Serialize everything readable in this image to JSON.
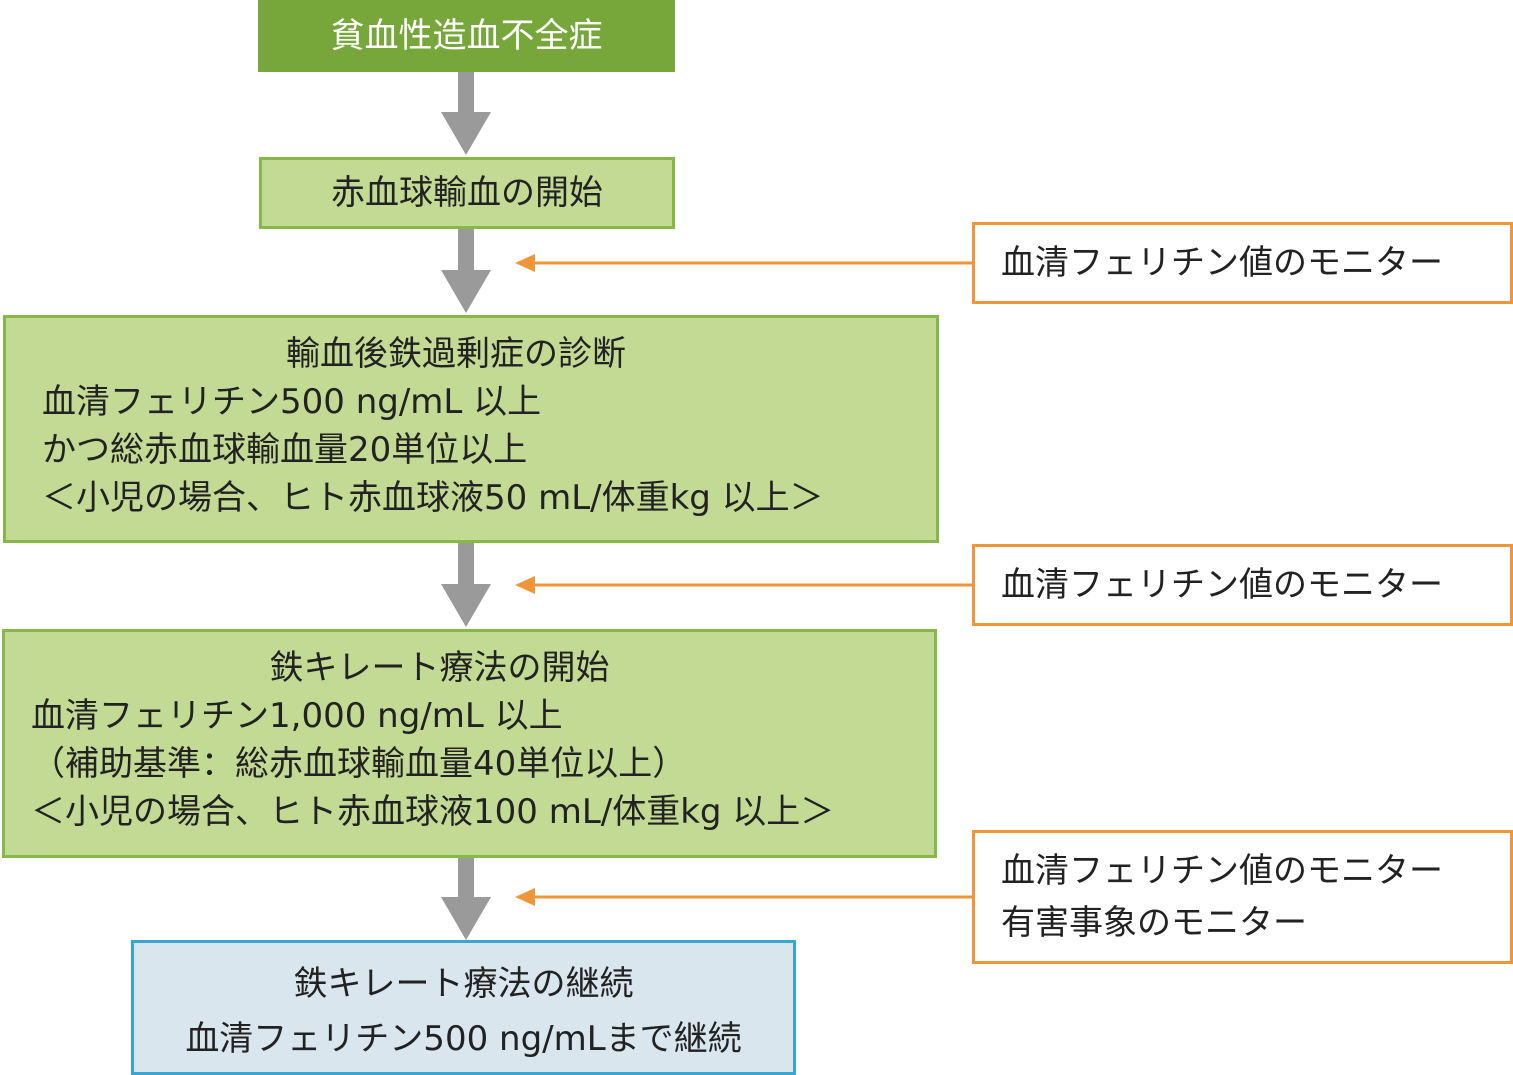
{
  "steps": {
    "aplastic": {
      "title": "貧血性造血不全症"
    },
    "transfusion_start": {
      "title": "赤血球輸血の開始"
    },
    "diagnosis": {
      "title": "輸血後鉄過剰症の診断",
      "lines": [
        "血清フェリチン500 ng/mL 以上",
        "かつ総赤血球輸血量20単位以上",
        "＜小児の場合、ヒト赤血球液50 mL/体重kg 以上＞"
      ]
    },
    "chelation_start": {
      "title": "鉄キレート療法の開始",
      "lines": [
        "血清フェリチン1,000 ng/mL 以上",
        "（補助基準：総赤血球輸血量40単位以上）",
        "＜小児の場合、ヒト赤血球液100 mL/体重kg 以上＞"
      ]
    },
    "chelation_continue": {
      "title": "鉄キレート療法の継続",
      "lines": [
        "血清フェリチン500 ng/mLまで継続"
      ]
    }
  },
  "monitors": [
    {
      "lines": [
        "血清フェリチン値のモニター"
      ]
    },
    {
      "lines": [
        "血清フェリチン値のモニター"
      ]
    },
    {
      "lines": [
        "血清フェリチン値のモニター",
        "有害事象のモニター"
      ]
    }
  ],
  "colors": {
    "dark_green": "#77a63a",
    "light_green": "#c3da95",
    "orange": "#f0963a",
    "blue": "#3aa6d2",
    "arrow_gray": "#9a9a9a"
  }
}
